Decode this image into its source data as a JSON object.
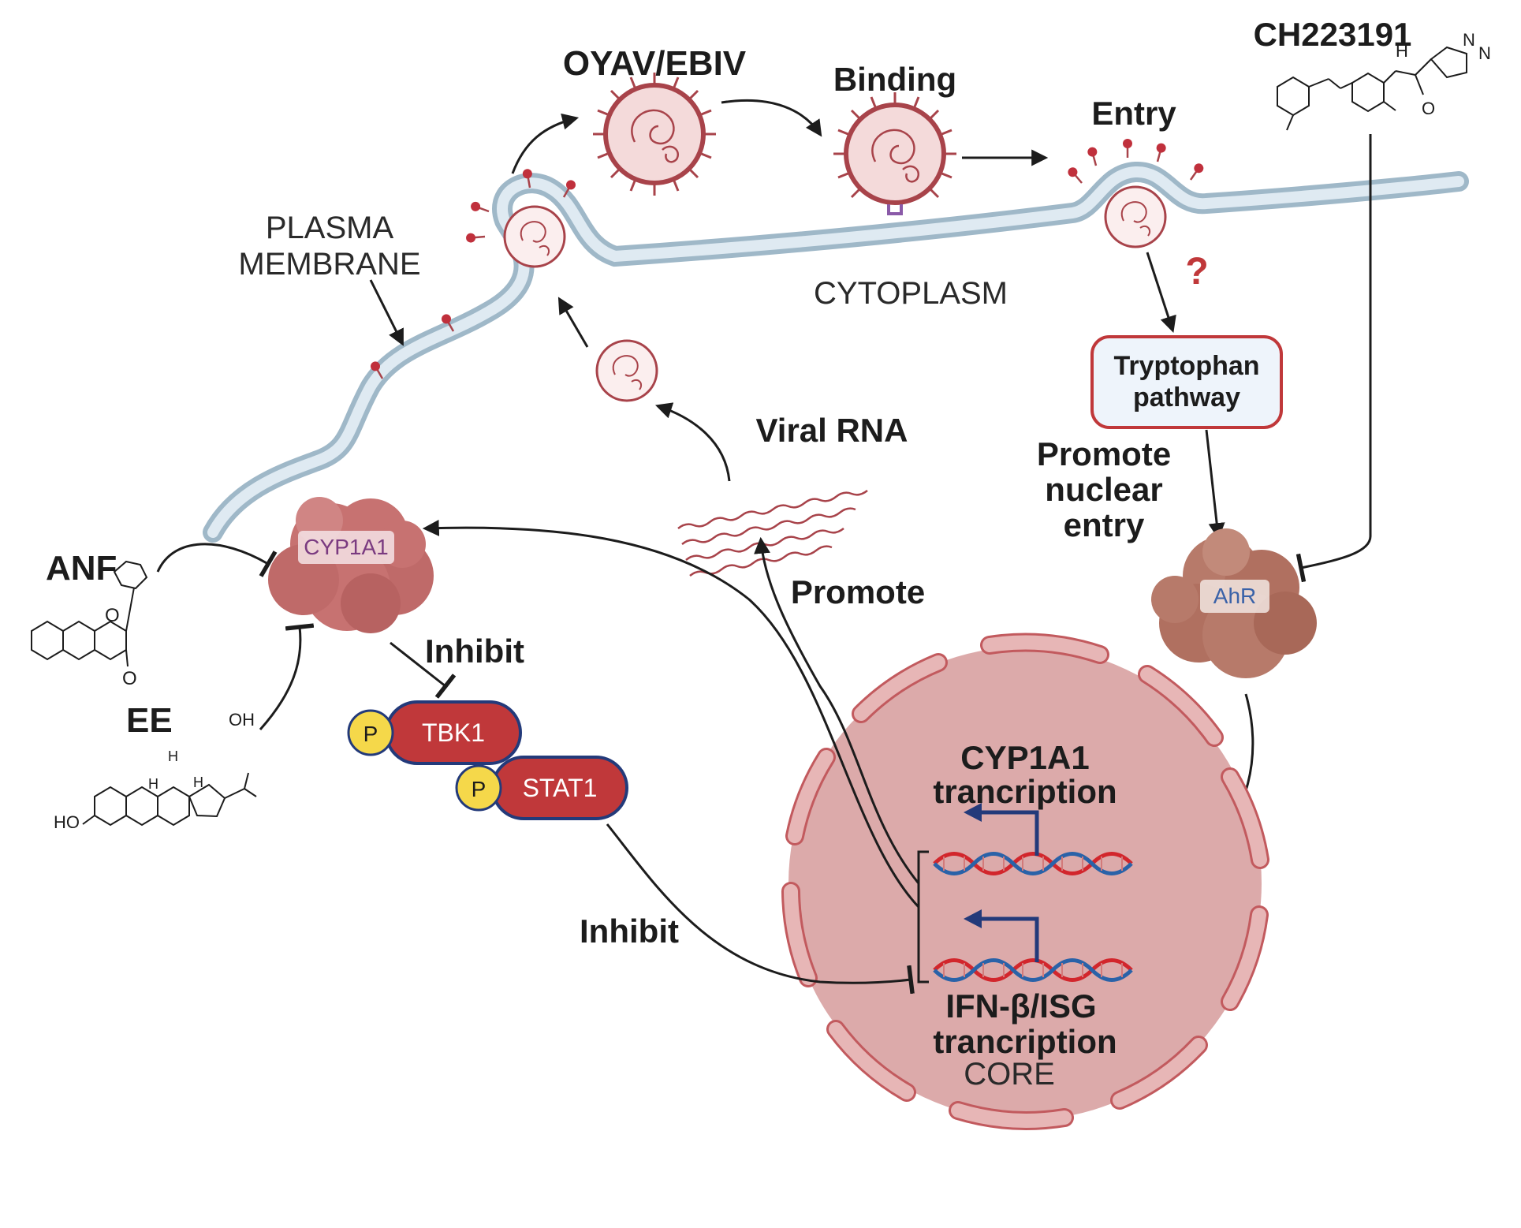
{
  "labels": {
    "virus": "OYAV/EBIV",
    "binding": "Binding",
    "entry": "Entry",
    "plasma_membrane_1": "PLASMA",
    "plasma_membrane_2": "MEMBRANE",
    "cytoplasm": "CYTOPLASM",
    "question": "?",
    "viral_rna": "Viral RNA",
    "promote": "Promote",
    "promote_nuclear_1": "Promote",
    "promote_nuclear_2": "nuclear",
    "promote_nuclear_3": "entry",
    "inhibit_top": "Inhibit",
    "inhibit_bottom": "Inhibit",
    "core": "CORE"
  },
  "tryptophan_box": {
    "line1": "Tryptophan",
    "line2": "pathway"
  },
  "proteins": {
    "cyp1a1": "CYP1A1",
    "ahr": "AhR",
    "tbk1": "TBK1",
    "stat1": "STAT1",
    "phospho": "P"
  },
  "drugs": {
    "anf": "ANF",
    "ee": "EE",
    "ch223191": "CH223191"
  },
  "chem_atoms": {
    "oxygen": "O",
    "hydroxyl_ee": "OH",
    "ho_ee": "HO",
    "h": "H",
    "n": "N",
    "nh": "H"
  },
  "nucleus": {
    "cyp1a1_line1": "CYP1A1",
    "cyp1a1_line2": "trancription",
    "ifn_line1": "IFN-β/ISG",
    "ifn_line2": "trancription"
  },
  "colors": {
    "membrane": "#c5d8e6",
    "membrane_edge": "#9fb8c8",
    "virus": "#a8434a",
    "nucleus_fill": "#dcaaaa",
    "nucleus_envelope": "#c25a5e",
    "protein_cyp": "#c77271",
    "protein_ahr": "#b77a6a",
    "pill": "#c0383a",
    "pill_border": "#233a7a",
    "phospho": "#f5d84a",
    "box_border": "#c0383a",
    "box_fill": "#eef4fb",
    "question": "#c0383a",
    "dna_red": "#d2262c",
    "dna_blue": "#2a62a8",
    "promoter_arrow": "#233a7a"
  }
}
